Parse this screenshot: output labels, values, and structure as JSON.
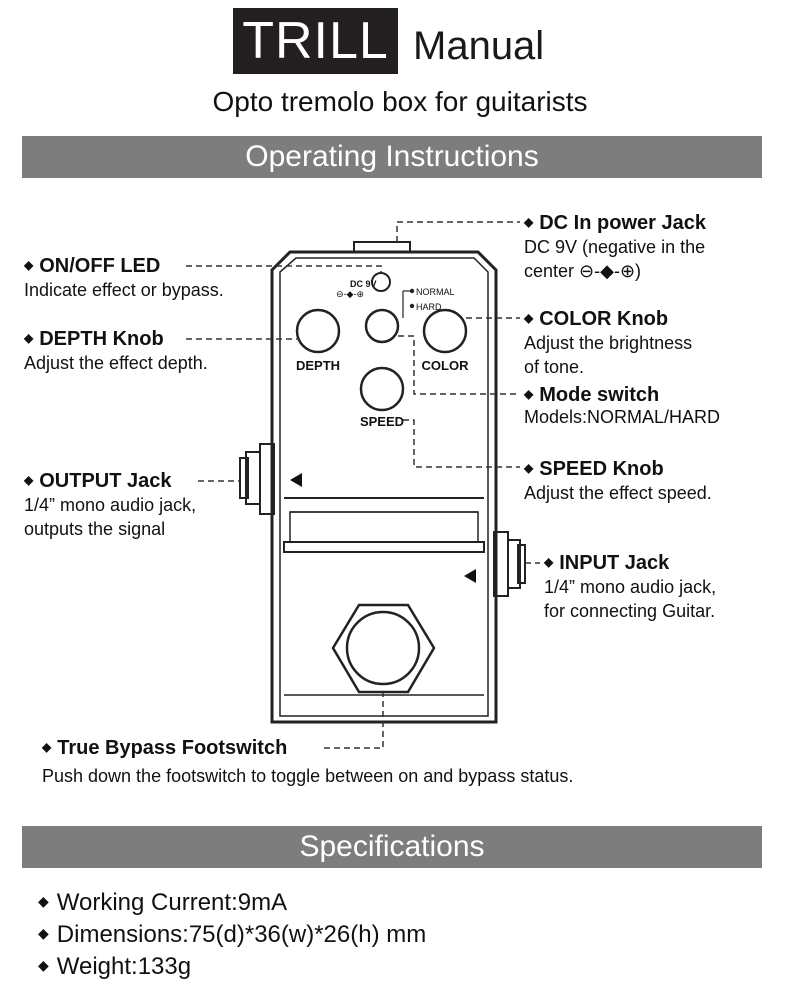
{
  "header": {
    "brand": "TRILL",
    "title": "Manual",
    "subtitle": "Opto tremolo box for guitarists"
  },
  "sections": {
    "operating": "Operating Instructions",
    "specifications": "Specifications"
  },
  "pedal": {
    "dc_label": "DC 9V",
    "mode_normal": "NORMAL",
    "mode_hard": "HARD",
    "depth_label": "DEPTH",
    "color_label": "COLOR",
    "speed_label": "SPEED"
  },
  "callouts": {
    "dc_in": {
      "title": "DC In power Jack",
      "desc1": "DC 9V (negative in the",
      "desc2": "center ⊖-◆-⊕)"
    },
    "on_off_led": {
      "title": "ON/OFF LED",
      "desc": "Indicate effect or bypass."
    },
    "depth_knob": {
      "title": "DEPTH Knob",
      "desc": "Adjust the effect depth."
    },
    "color_knob": {
      "title": "COLOR Knob",
      "desc1": "Adjust the brightness",
      "desc2": "of tone."
    },
    "mode_switch": {
      "title": "Mode switch",
      "desc": "Models:NORMAL/HARD"
    },
    "speed_knob": {
      "title": "SPEED Knob",
      "desc": "Adjust the effect speed."
    },
    "output_jack": {
      "title": "OUTPUT Jack",
      "desc1": "1/4” mono audio jack,",
      "desc2": "outputs the signal"
    },
    "input_jack": {
      "title": "INPUT Jack",
      "desc1": "1/4” mono audio jack,",
      "desc2": "for connecting Guitar."
    },
    "footswitch": {
      "title": "True Bypass Footswitch",
      "desc": "Push down the footswitch to toggle between on and bypass status."
    }
  },
  "bullet": "◆",
  "specs": [
    "Working Current:9mA",
    "Dimensions:75(d)*36(w)*26(h) mm",
    "Weight:133g"
  ]
}
